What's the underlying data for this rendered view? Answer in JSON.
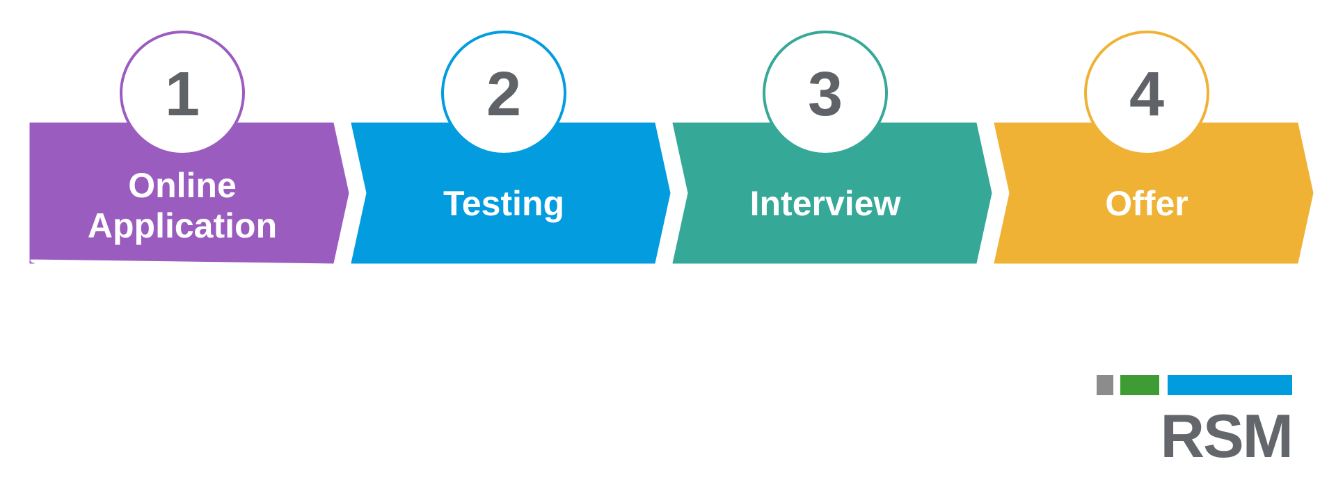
{
  "process": {
    "steps": [
      {
        "number": "1",
        "label_lines": [
          "Online",
          "Application"
        ],
        "color": "#9b5cbf"
      },
      {
        "number": "2",
        "label_lines": [
          "Testing"
        ],
        "color": "#029cdf"
      },
      {
        "number": "3",
        "label_lines": [
          "Interview"
        ],
        "color": "#35a898"
      },
      {
        "number": "4",
        "label_lines": [
          "Offer"
        ],
        "color": "#f0b235"
      }
    ]
  },
  "logo": {
    "text": "RSM",
    "bar_colors": [
      "#8c8c8c",
      "#3f9c35",
      "#009cde"
    ]
  }
}
